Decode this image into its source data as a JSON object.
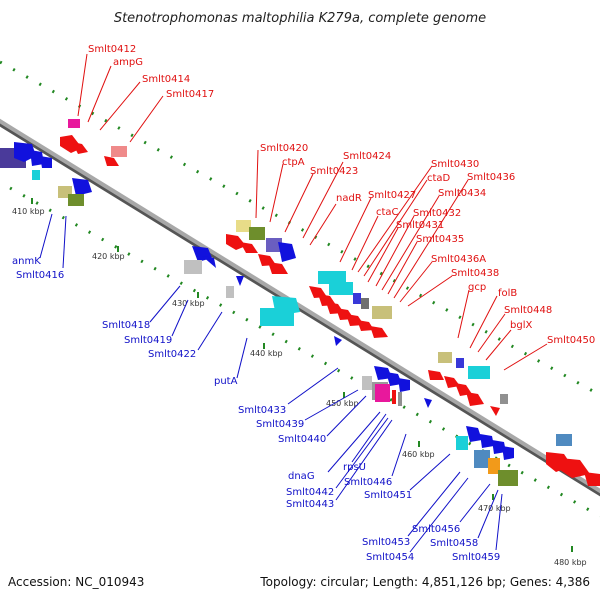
{
  "title": "Stenotrophomonas maltophilia K279a, complete genome",
  "footer": {
    "accession": "Accession: NC_010943",
    "topology": "Topology: circular; Length: 4,851,126 bp; Genes: 4,386"
  },
  "colors": {
    "backbone": "#8a8a8a",
    "forward_label": "#e01010",
    "reverse_label": "#1010c8",
    "gc_dots": "#228822"
  },
  "ticks": [
    {
      "label": "410 kbp"
    },
    {
      "label": "420 kbp"
    },
    {
      "label": "430 kbp"
    },
    {
      "label": "440 kbp"
    },
    {
      "label": "450 kbp"
    },
    {
      "label": "460 kbp"
    },
    {
      "label": "470 kbp"
    },
    {
      "label": "480 kbp"
    }
  ],
  "forward_labels": [
    "Smlt0412",
    "ampG",
    "Smlt0414",
    "Smlt0417",
    "Smlt0420",
    "ctpA",
    "Smlt0423",
    "Smlt0424",
    "nadR",
    "Smlt0427",
    "ctaC",
    "Smlt0430",
    "ctaD",
    "Smlt0431",
    "Smlt0432",
    "Smlt0434",
    "Smlt0435",
    "Smlt0436",
    "Smlt0436A",
    "Smlt0438",
    "gcp",
    "folB",
    "Smlt0448",
    "bglX",
    "Smlt0450"
  ],
  "reverse_labels": [
    "anmK",
    "Smlt0416",
    "Smlt0418",
    "Smlt0419",
    "Smlt0422",
    "putA",
    "Smlt0433",
    "Smlt0439",
    "Smlt0440",
    "dnaG",
    "rpsU",
    "Smlt0442",
    "Smlt0443",
    "Smlt0446",
    "Smlt0451",
    "Smlt0453",
    "Smlt0454",
    "Smlt0456",
    "Smlt0458",
    "Smlt0459"
  ]
}
